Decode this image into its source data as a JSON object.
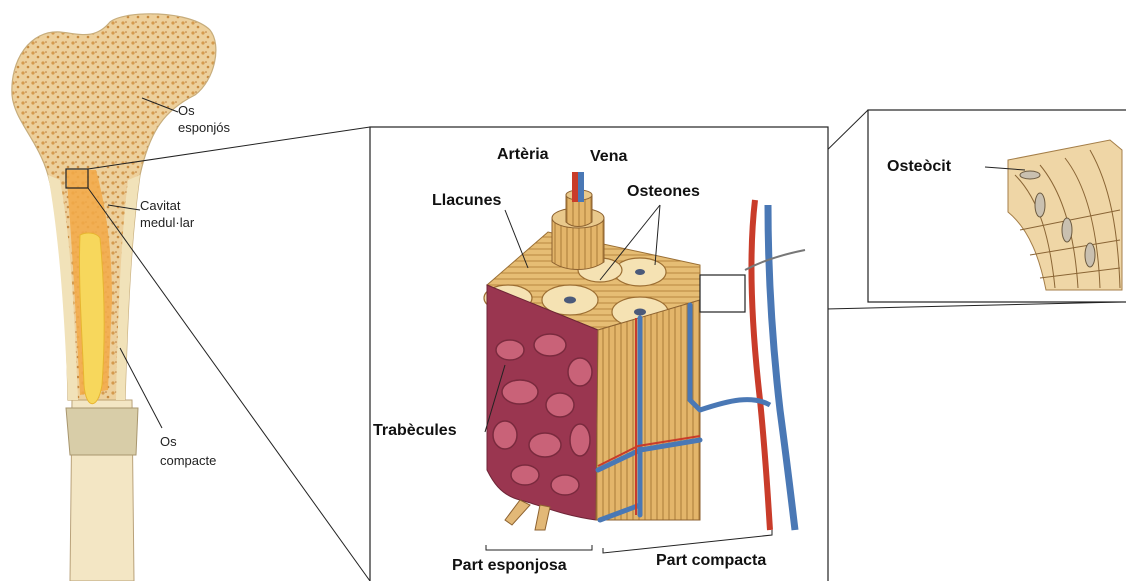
{
  "labels": {
    "os_esponjos_1": "Os",
    "os_esponjos_2": "esponjós",
    "cavitat_1": "Cavitat",
    "cavitat_2": "medul·lar",
    "os_compacte_1": "Os",
    "os_compacte_2": "compacte",
    "arteria": "Artèria",
    "vena": "Vena",
    "llacunes": "Llacunes",
    "osteones": "Osteones",
    "trabecules": "Trabècules",
    "part_esponjosa": "Part esponjosa",
    "part_compacta": "Part compacta",
    "osteocit": "Osteòcit"
  },
  "colors": {
    "bone_spongy": "#e9c78b",
    "bone_dots": "#d8a45a",
    "bone_shaft": "#f2e4bf",
    "marrow": "#f0a23a",
    "marrow_yellow": "#f7dc6a",
    "compact_face": "#e8c37a",
    "trabecule_red": "#b04a5d",
    "artery": "#c93c2a",
    "vein": "#4a78b5"
  }
}
